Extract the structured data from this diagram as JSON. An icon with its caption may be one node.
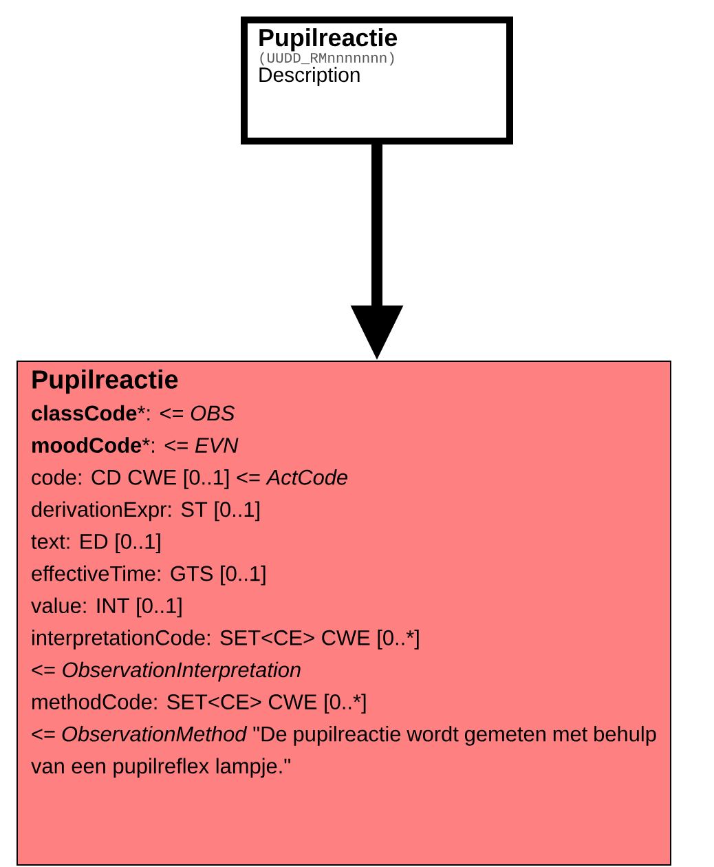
{
  "diagram": {
    "nodes": [
      {
        "text": [
          "Pupilreactie",
          "(UUDD_RMnnnnnnn)",
          "Description"
        ]
      },
      {
        "text": [
          "Pupilreactie",
          "**classCode***: <= *OBS*",
          "**moodCode***: <= *EVN*",
          "code: CD CWE [0..1] <= *ActCode*",
          "derivationExpr: ST [0..1]",
          "text: ED [0..1]",
          "effectiveTime: GTS [0..1]",
          "value: INT [0..1]",
          "interpretationCode: SET<CE> CWE [0..*]",
          "<= *ObservationInterpretation*",
          "methodCode: SET<CE> CWE [0..*]",
          "<= *ObservationMethod* \"De pupilreactie wordt gemeten met behulp van een pupilreflex lampje.\""
        ]
      }
    ],
    "edges": [
      {
        "from": 0,
        "to": 1,
        "arrow": "to"
      }
    ]
  }
}
